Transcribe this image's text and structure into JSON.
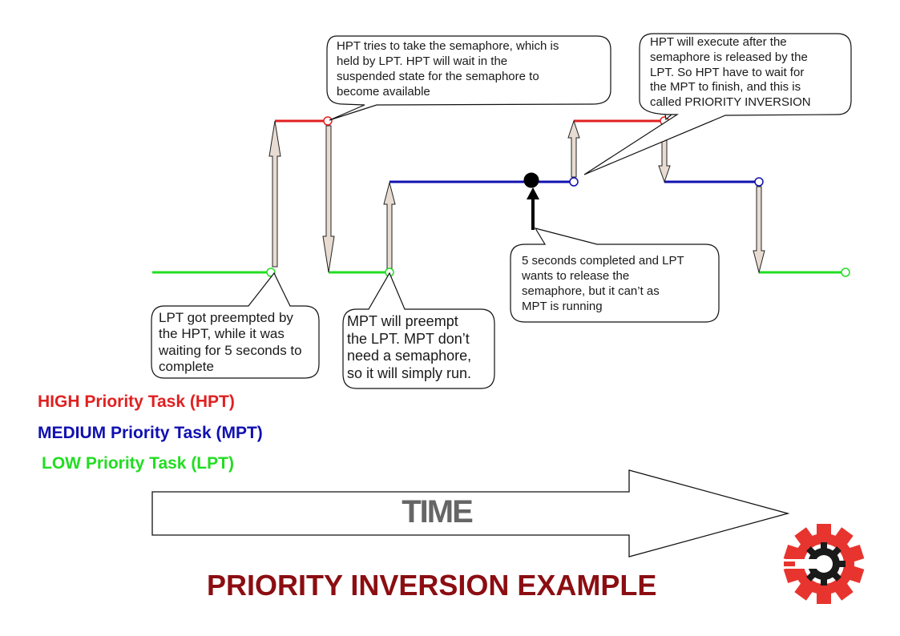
{
  "colors": {
    "hpt": "#e02020",
    "mpt": "#1010b0",
    "lpt": "#22dd22",
    "arrow_fill": "#e8dcd2",
    "title": "#8b0e12",
    "time_text": "#666666",
    "logo_red": "#e8342e",
    "logo_black": "#1a1a1a"
  },
  "callouts": [
    {
      "id": "hpt-tries",
      "text": "HPT tries to take the semaphore, which is\nheld by LPT. HPT will wait in the\nsuspended state for the semaphore to\nbecome available"
    },
    {
      "id": "hpt-executes",
      "text": "HPT will execute after the\nsemaphore is released by the\nLPT. So HPT have to wait for\nthe MPT to finish, and this is\ncalled PRIORITY  INVERSION"
    },
    {
      "id": "lpt-preempted",
      "text": "LPT got preempted by\nthe HPT, while it was\nwaiting for 5 seconds to\ncomplete"
    },
    {
      "id": "mpt-preempts",
      "text": "MPT will preempt\nthe LPT. MPT don’t\nneed a semaphore,\nso it will simply run."
    },
    {
      "id": "five-seconds",
      "text": "5 seconds completed and LPT\nwants to release the\nsemaphore, but it can’t as\nMPT is running"
    }
  ],
  "legend": [
    {
      "label": "HIGH Priority Task (HPT)",
      "color": "#e02020"
    },
    {
      "label": "MEDIUM Priority Task (MPT)",
      "color": "#1010b0"
    },
    {
      "label": "LOW Priority Task (LPT)",
      "color": "#22dd22"
    }
  ],
  "time_axis": {
    "label": "TIME"
  },
  "title": "PRIORITY INVERSION EXAMPLE",
  "logo": {
    "icon": "gear-logo-icon"
  }
}
